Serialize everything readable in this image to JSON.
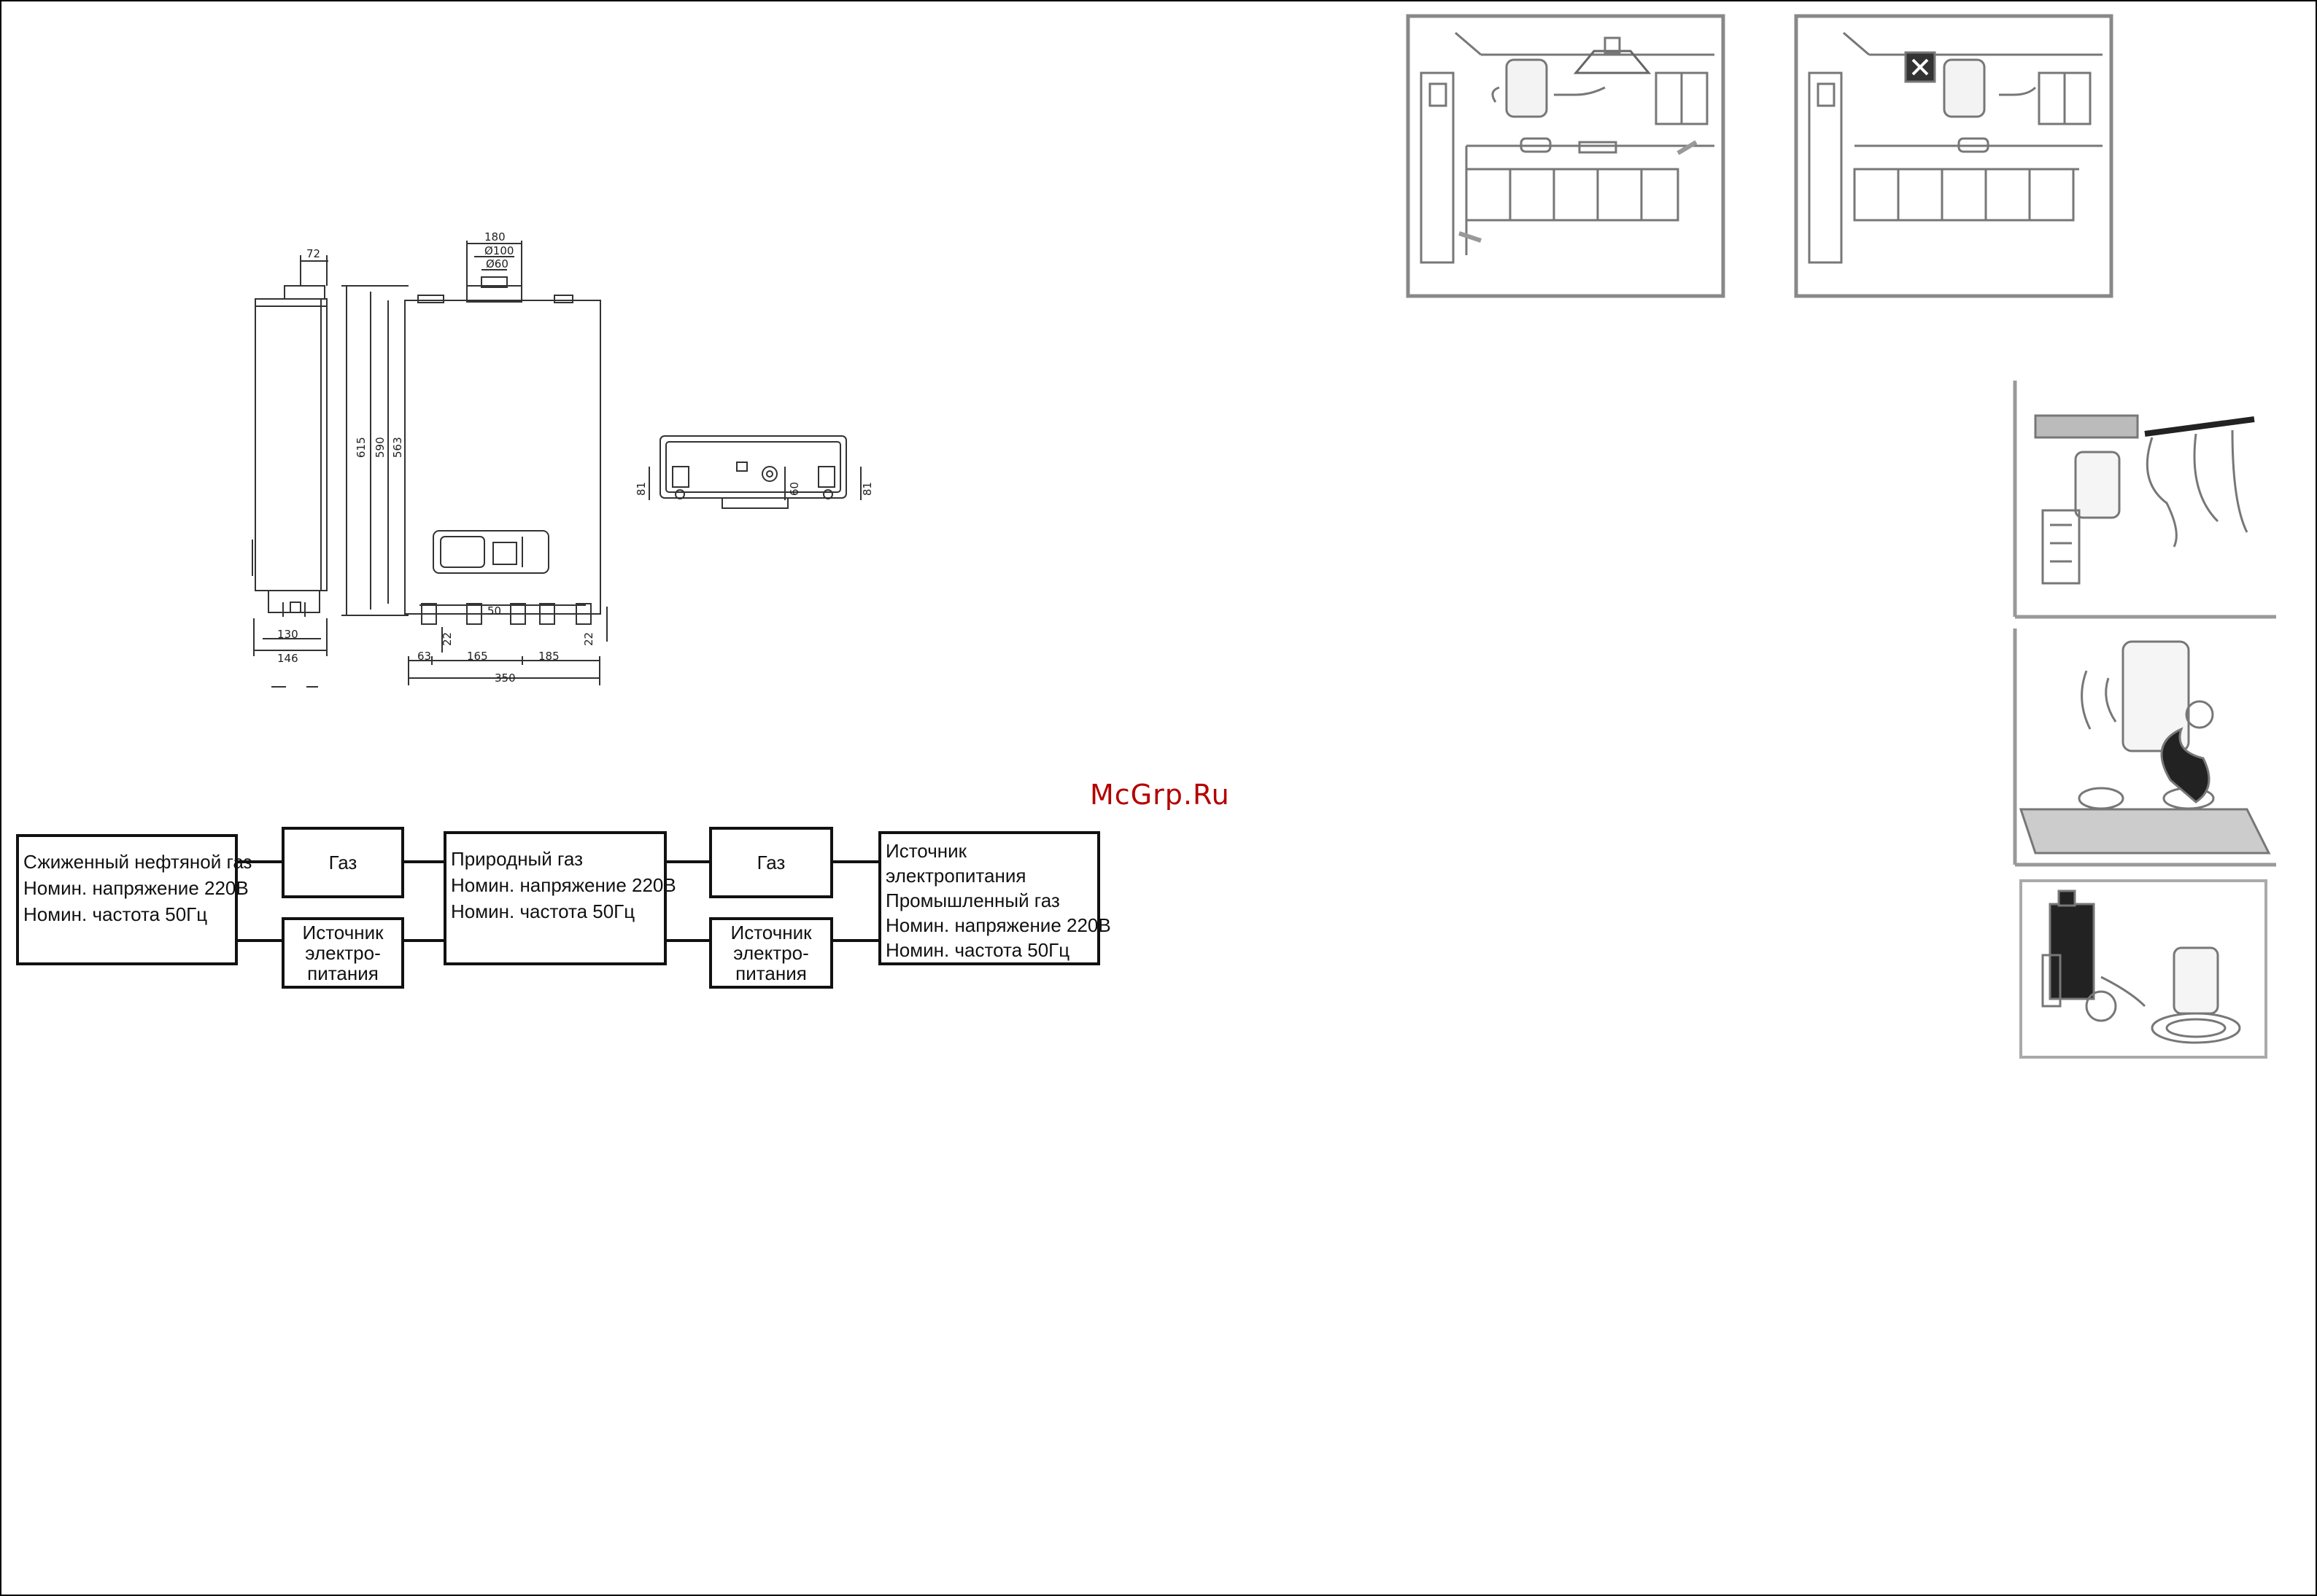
{
  "watermark": "McGrp.Ru",
  "dimensions": {
    "top_widths": [
      "72",
      "180",
      "Ø100",
      "Ø60"
    ],
    "heights": [
      "615",
      "590",
      "563"
    ],
    "side_bottom": [
      "130",
      "146"
    ],
    "front_bottom": [
      "63",
      "165",
      "185",
      "350"
    ],
    "front_inner": [
      "50",
      "22",
      "22"
    ],
    "bottom_view": [
      "81",
      "60",
      "81"
    ]
  },
  "flow": {
    "lpg_box": [
      "Сжиженный нефтяной газ",
      "Номин. напряжение 220В",
      "Номин. частота 50Гц"
    ],
    "gas_1": [
      "Газ"
    ],
    "power_1": [
      "Источник",
      "электро-",
      "питания"
    ],
    "natural_box": [
      "Природный газ",
      "Номин. напряжение 220В",
      "Номин. частота 50Гц"
    ],
    "gas_2": [
      "Газ"
    ],
    "power_2": [
      "Источник",
      "электро-",
      "питания"
    ],
    "industrial_box": [
      "Источник",
      "электропитания",
      "Промышленный газ",
      "Номин. напряжение 220В",
      "Номин. частота 50Гц"
    ]
  }
}
